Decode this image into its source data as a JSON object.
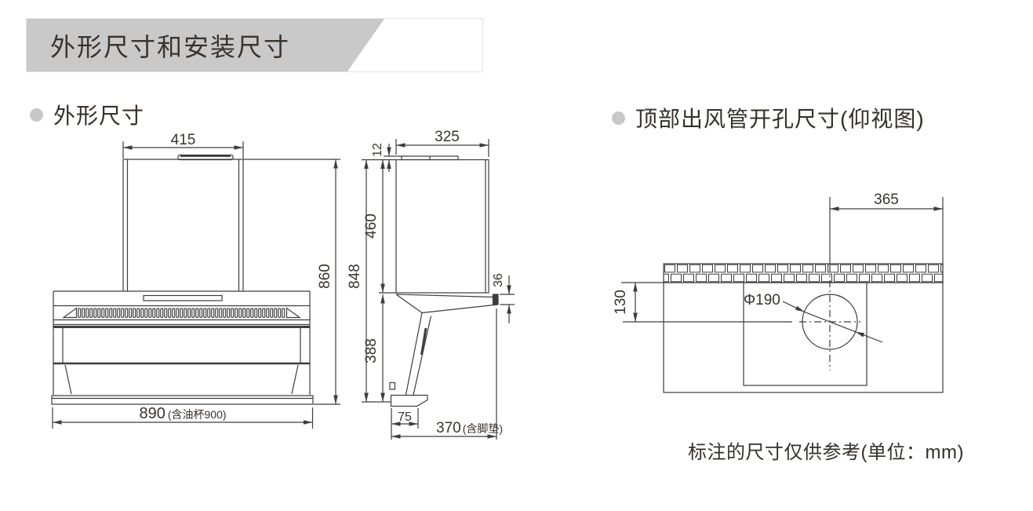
{
  "header": {
    "title": "外形尺寸和安装尺寸"
  },
  "sections": {
    "outline_title": "外形尺寸",
    "outlet_title": "顶部出风管开孔尺寸(仰视图)"
  },
  "front_view": {
    "top_width": "415",
    "height": "860",
    "bottom_width": "890",
    "bottom_width_note": "(含油杯900)"
  },
  "side_view": {
    "cap_offset": "12",
    "top_depth": "325",
    "chimney_height": "460",
    "total_height": "848",
    "canopy_edge": "36",
    "lower_height": "388",
    "foot_width": "75",
    "depth": "370",
    "depth_note": "(含脚垫)"
  },
  "outlet_view": {
    "offset_horizontal": "365",
    "offset_vertical": "130",
    "hole_diameter": "Φ190"
  },
  "note": "标注的尺寸仅供参考(单位：mm)",
  "colors": {
    "banner_gray": "#c9c9c9",
    "bullet_gray": "#c8c8c8",
    "line": "#3d3d3d",
    "text": "#35302b"
  }
}
